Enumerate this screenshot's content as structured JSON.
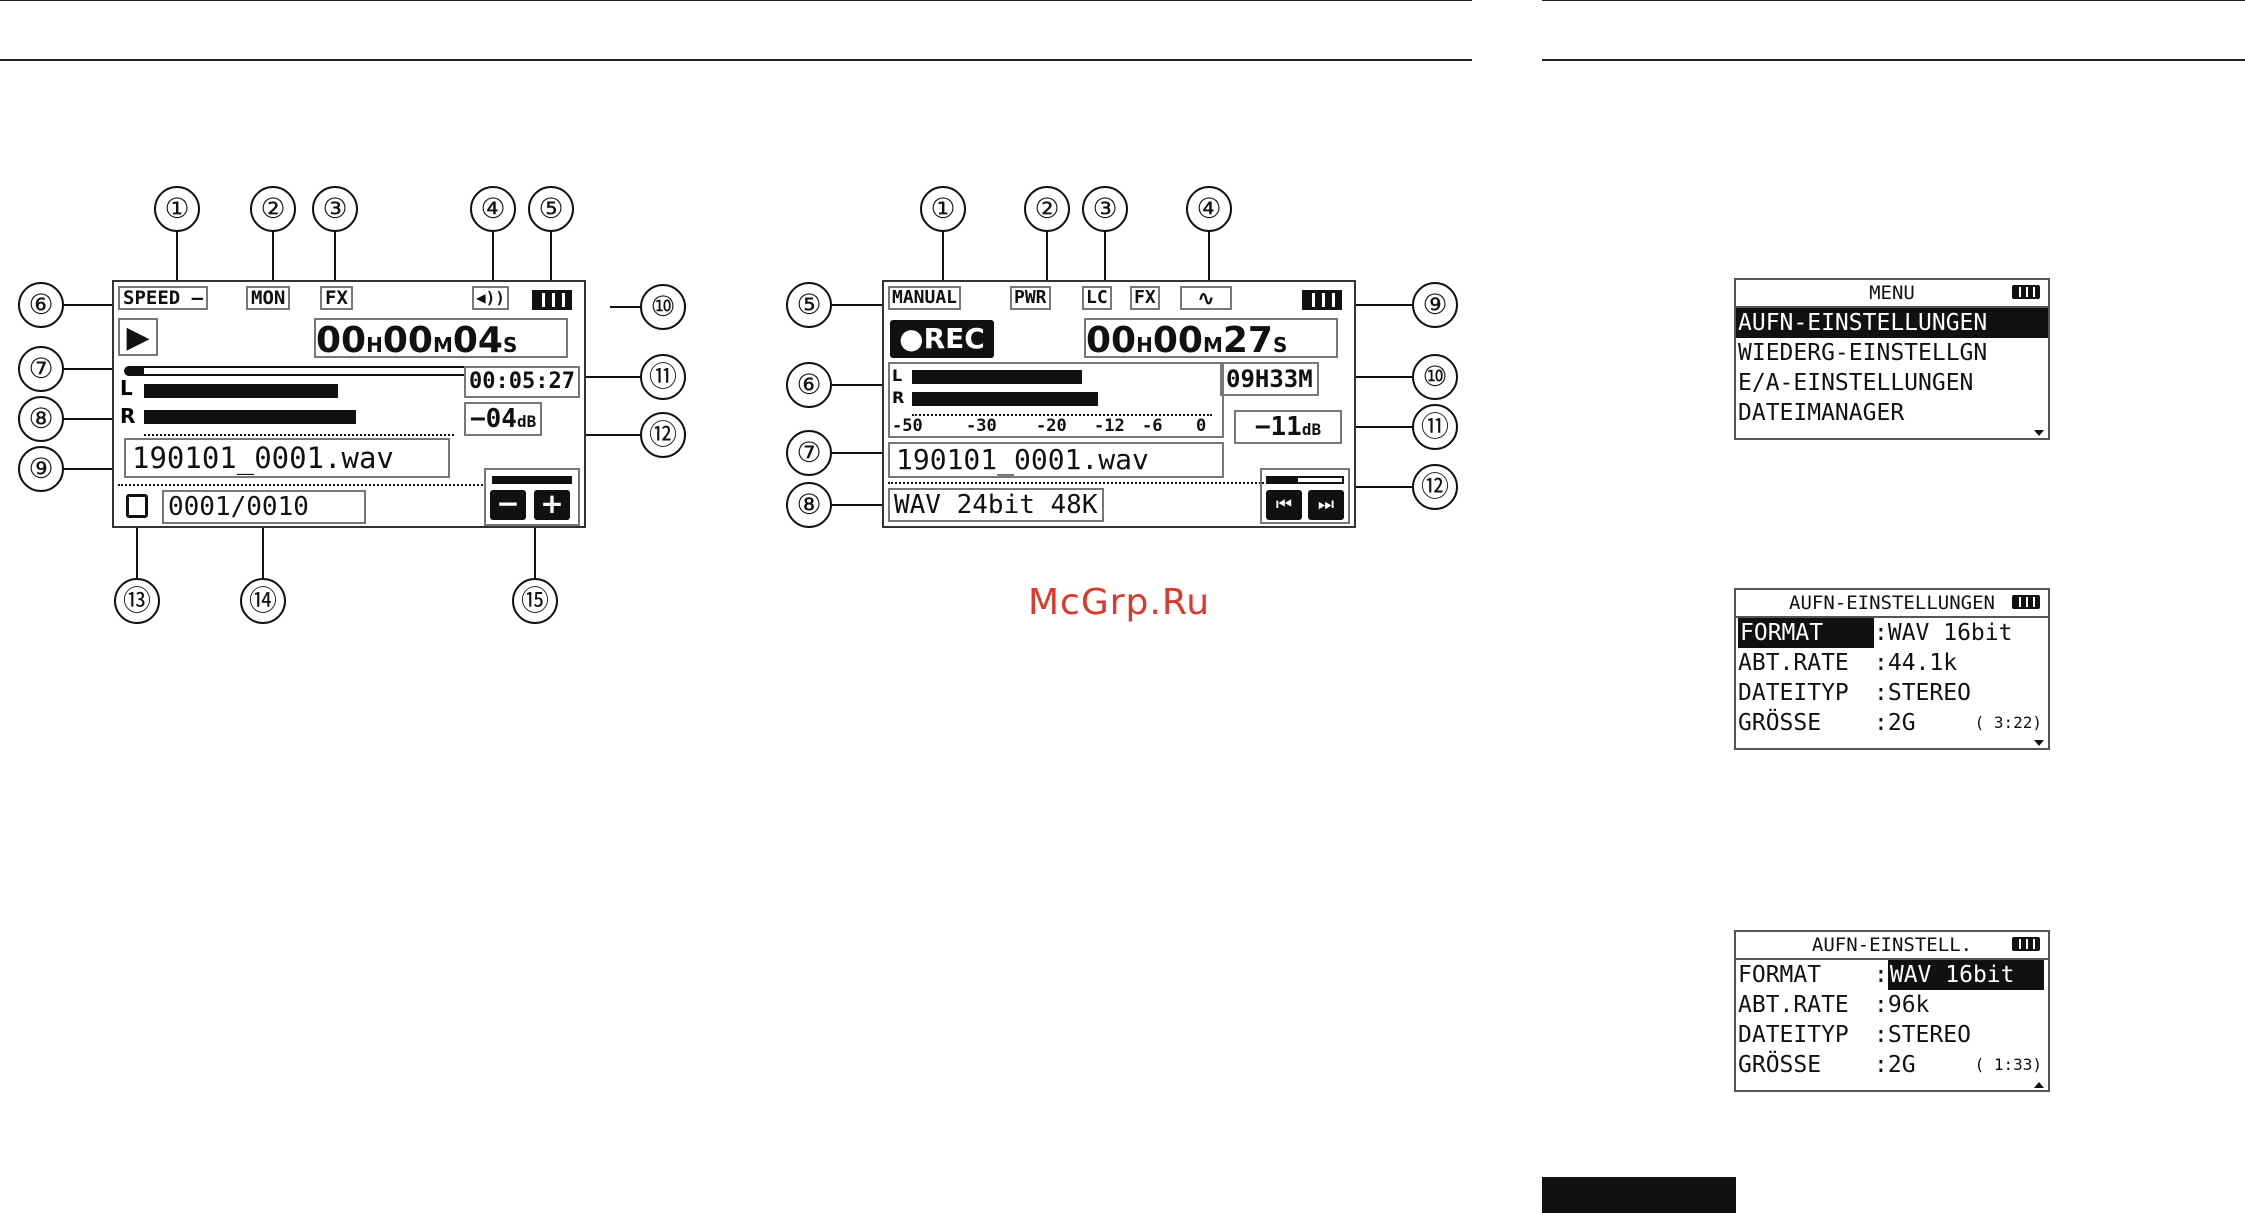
{
  "watermark": "McGrp.Ru",
  "screen_a": {
    "callouts": [
      "①",
      "②",
      "③",
      "④",
      "⑤",
      "⑥",
      "⑦",
      "⑧",
      "⑨",
      "⑩",
      "⑪",
      "⑫",
      "⑬",
      "⑭",
      "⑮"
    ],
    "speed": "SPEED —",
    "mon": "MON",
    "fx": "FX",
    "speaker": "◀))",
    "play": "▶",
    "time_h": "00",
    "time_m": "00",
    "time_s": "04",
    "unit_h": "H",
    "unit_m": "M",
    "unit_s": "S",
    "total_time": "00:05:27",
    "level": "−04",
    "level_unit": "dB",
    "ch_l": "L",
    "ch_r": "R",
    "filename": "190101_0001.wav",
    "counter": "0001/0010",
    "minus": "−",
    "plus": "+"
  },
  "screen_b": {
    "callouts": [
      "①",
      "②",
      "③",
      "④",
      "⑤",
      "⑥",
      "⑦",
      "⑧",
      "⑨",
      "⑩",
      "⑪",
      "⑫"
    ],
    "manual": "MANUAL",
    "pwr": "PWR",
    "lc": "LC",
    "fx": "FX",
    "wave": "∿",
    "rec": "●REC",
    "time_h": "00",
    "time_m": "00",
    "time_s": "27",
    "unit_h": "H",
    "unit_m": "M",
    "unit_s": "S",
    "remain": "09H33M",
    "scale": [
      "-50",
      "-30",
      "-20",
      "-12",
      "-6",
      "0"
    ],
    "ch_l": "L",
    "ch_r": "R",
    "level": "−11",
    "level_unit": "dB",
    "filename": "190101_0001.wav",
    "format": "WAV 24bit 48K",
    "prev": "⏮",
    "next": "⏭"
  },
  "menu1": {
    "title": "MENU",
    "rows": [
      "AUFN-EINSTELLUNGEN",
      "WIEDERG-EINSTELLGN",
      "E/A-EINSTELLUNGEN",
      "DATEIMANAGER"
    ]
  },
  "menu2": {
    "title": "AUFN-EINSTELLUNGEN",
    "rows": [
      {
        "label": "FORMAT",
        "value": ":WAV 16bit",
        "extra": ""
      },
      {
        "label": "ABT.RATE",
        "value": ":44.1k",
        "extra": ""
      },
      {
        "label": "DATEITYP",
        "value": ":STEREO",
        "extra": ""
      },
      {
        "label": "GRÖSSE",
        "value": ":2G",
        "extra": "( 3:22)"
      }
    ]
  },
  "menu3": {
    "title": "AUFN-EINSTELL.",
    "rows": [
      {
        "label": "FORMAT",
        "value": "WAV 16bit",
        "extra": ""
      },
      {
        "label": "ABT.RATE",
        "value": ":96k",
        "extra": ""
      },
      {
        "label": "DATEITYP",
        "value": ":STEREO",
        "extra": ""
      },
      {
        "label": "GRÖSSE",
        "value": ":2G",
        "extra": "( 1:33)"
      }
    ]
  }
}
